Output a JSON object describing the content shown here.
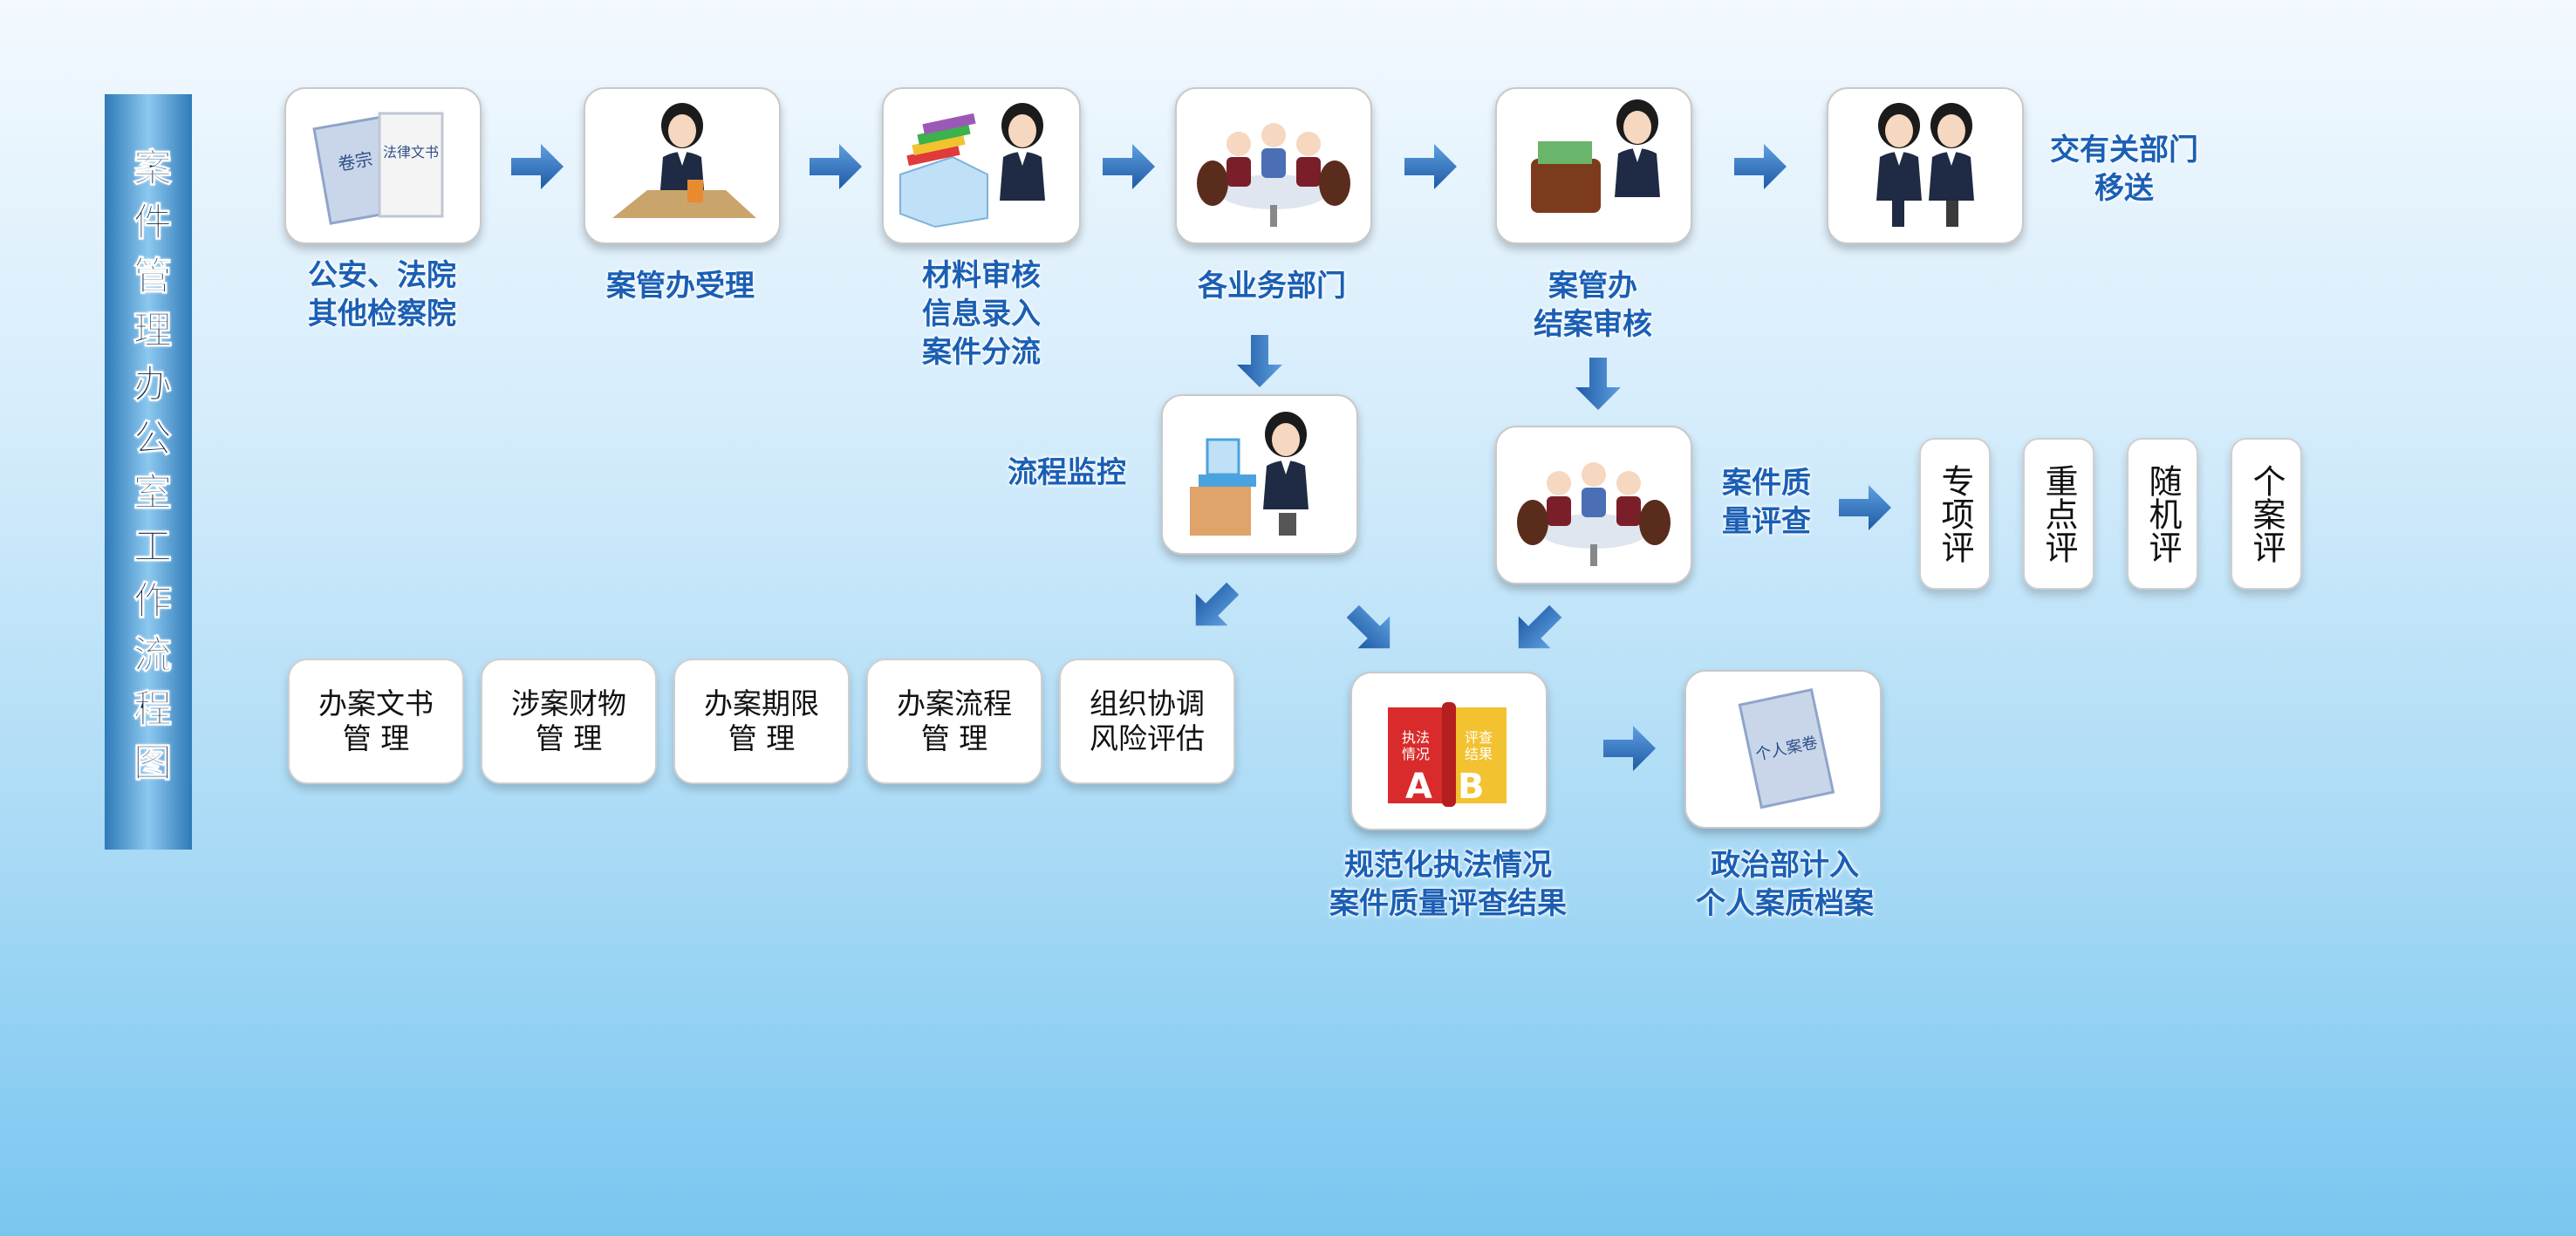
{
  "title": "案件管理办公室工作流程图",
  "nodes": {
    "n1": "公安、法院\n其他检察院",
    "n2": "案管办受理",
    "n3": "材料审核\n信息录入\n案件分流",
    "n4": "各业务部门",
    "n5": "案管办\n结案审核",
    "n6": "交有关部门\n移送",
    "n7": "流程监控",
    "n8": "案件质\n量评查",
    "n9": "规范化执法情况\n案件质量评查结果",
    "n10": "政治部计入\n个人案质档案"
  },
  "management_boxes": [
    "办案文书\n管  理",
    "涉案财物\n管  理",
    "办案期限\n管  理",
    "办案流程\n管  理",
    "组织协调\n风险评估"
  ],
  "review_types": [
    "专项评",
    "重点评",
    "随机评",
    "个案评"
  ],
  "icon_texts": {
    "folder_a": "卷宗",
    "folder_b": "法律文书",
    "book_left": "执法\n情况",
    "book_right": "评查\n结果",
    "book_letter_a": "A",
    "book_letter_b": "B",
    "archive": "个人案卷"
  },
  "icons": [
    "folder-documents-icon",
    "receptionist-icon",
    "files-clerk-icon",
    "meeting-icon",
    "briefcase-woman-icon",
    "handshake-icon",
    "computer-operator-icon",
    "meeting-icon",
    "ab-book-icon",
    "archive-file-icon"
  ],
  "colors": {
    "label": "#1a5fb4",
    "arrow": "#2f6fb5",
    "sidebar": "#2f7ab8"
  }
}
